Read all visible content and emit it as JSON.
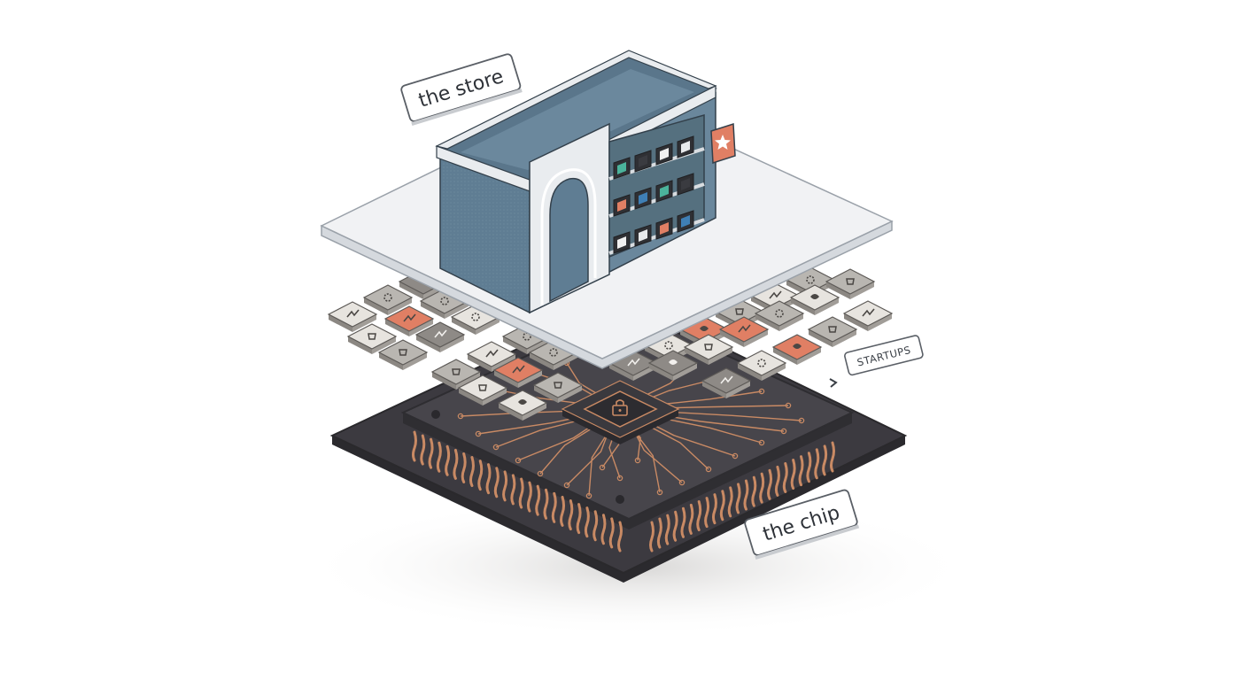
{
  "labels": {
    "store": "the store",
    "chip": "the chip",
    "startups": "STARTUPS"
  },
  "colors": {
    "background": "#ffffff",
    "store_wall": "#5f7d93",
    "store_trim": "#e9ecef",
    "platform_top": "#f1f2f4",
    "platform_edge": "#d5d9de",
    "chip_board": "#3c3a40",
    "chip_core": "#47454b",
    "copper": "#c98a64",
    "accent_orange": "#e07f64",
    "tile_light": "#e7e4df",
    "tile_mid": "#b9b6b1",
    "tile_dark": "#8e8a86"
  },
  "icons": [
    "star-icon",
    "lock-icon",
    "chart-icon",
    "leaf-icon",
    "gear-icon",
    "cup-icon",
    "bulb-icon",
    "tool-icon",
    "app-icon"
  ]
}
